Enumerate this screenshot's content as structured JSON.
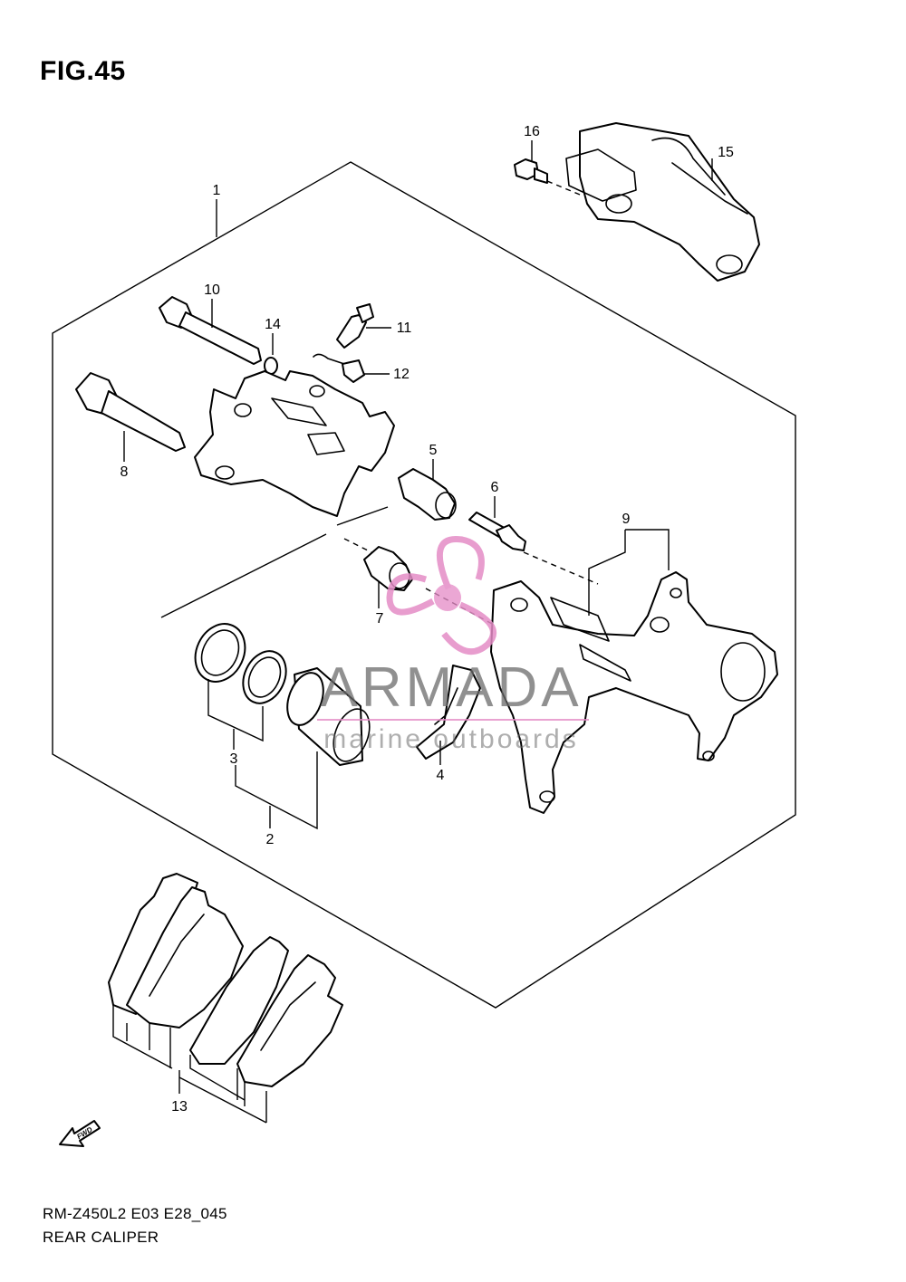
{
  "figure": {
    "title": "FIG.45"
  },
  "footer": {
    "model_code": "RM-Z450L2 E03 E28_045",
    "assembly_name": "REAR CALIPER"
  },
  "callouts": {
    "c1": "1",
    "c2": "2",
    "c3": "3",
    "c4": "4",
    "c5": "5",
    "c6": "6",
    "c7": "7",
    "c8": "8",
    "c9": "9",
    "c10": "10",
    "c11": "11",
    "c12": "12",
    "c13": "13",
    "c14": "14",
    "c15": "15",
    "c16": "16"
  },
  "direction_arrow": {
    "label": "FWD"
  },
  "watermark": {
    "brand": "ARMADA",
    "tagline": "marine outboards",
    "brand_color": "#6b6b6b",
    "accent_color": "#e48cc6"
  },
  "colors": {
    "line": "#000000",
    "background": "#ffffff"
  }
}
